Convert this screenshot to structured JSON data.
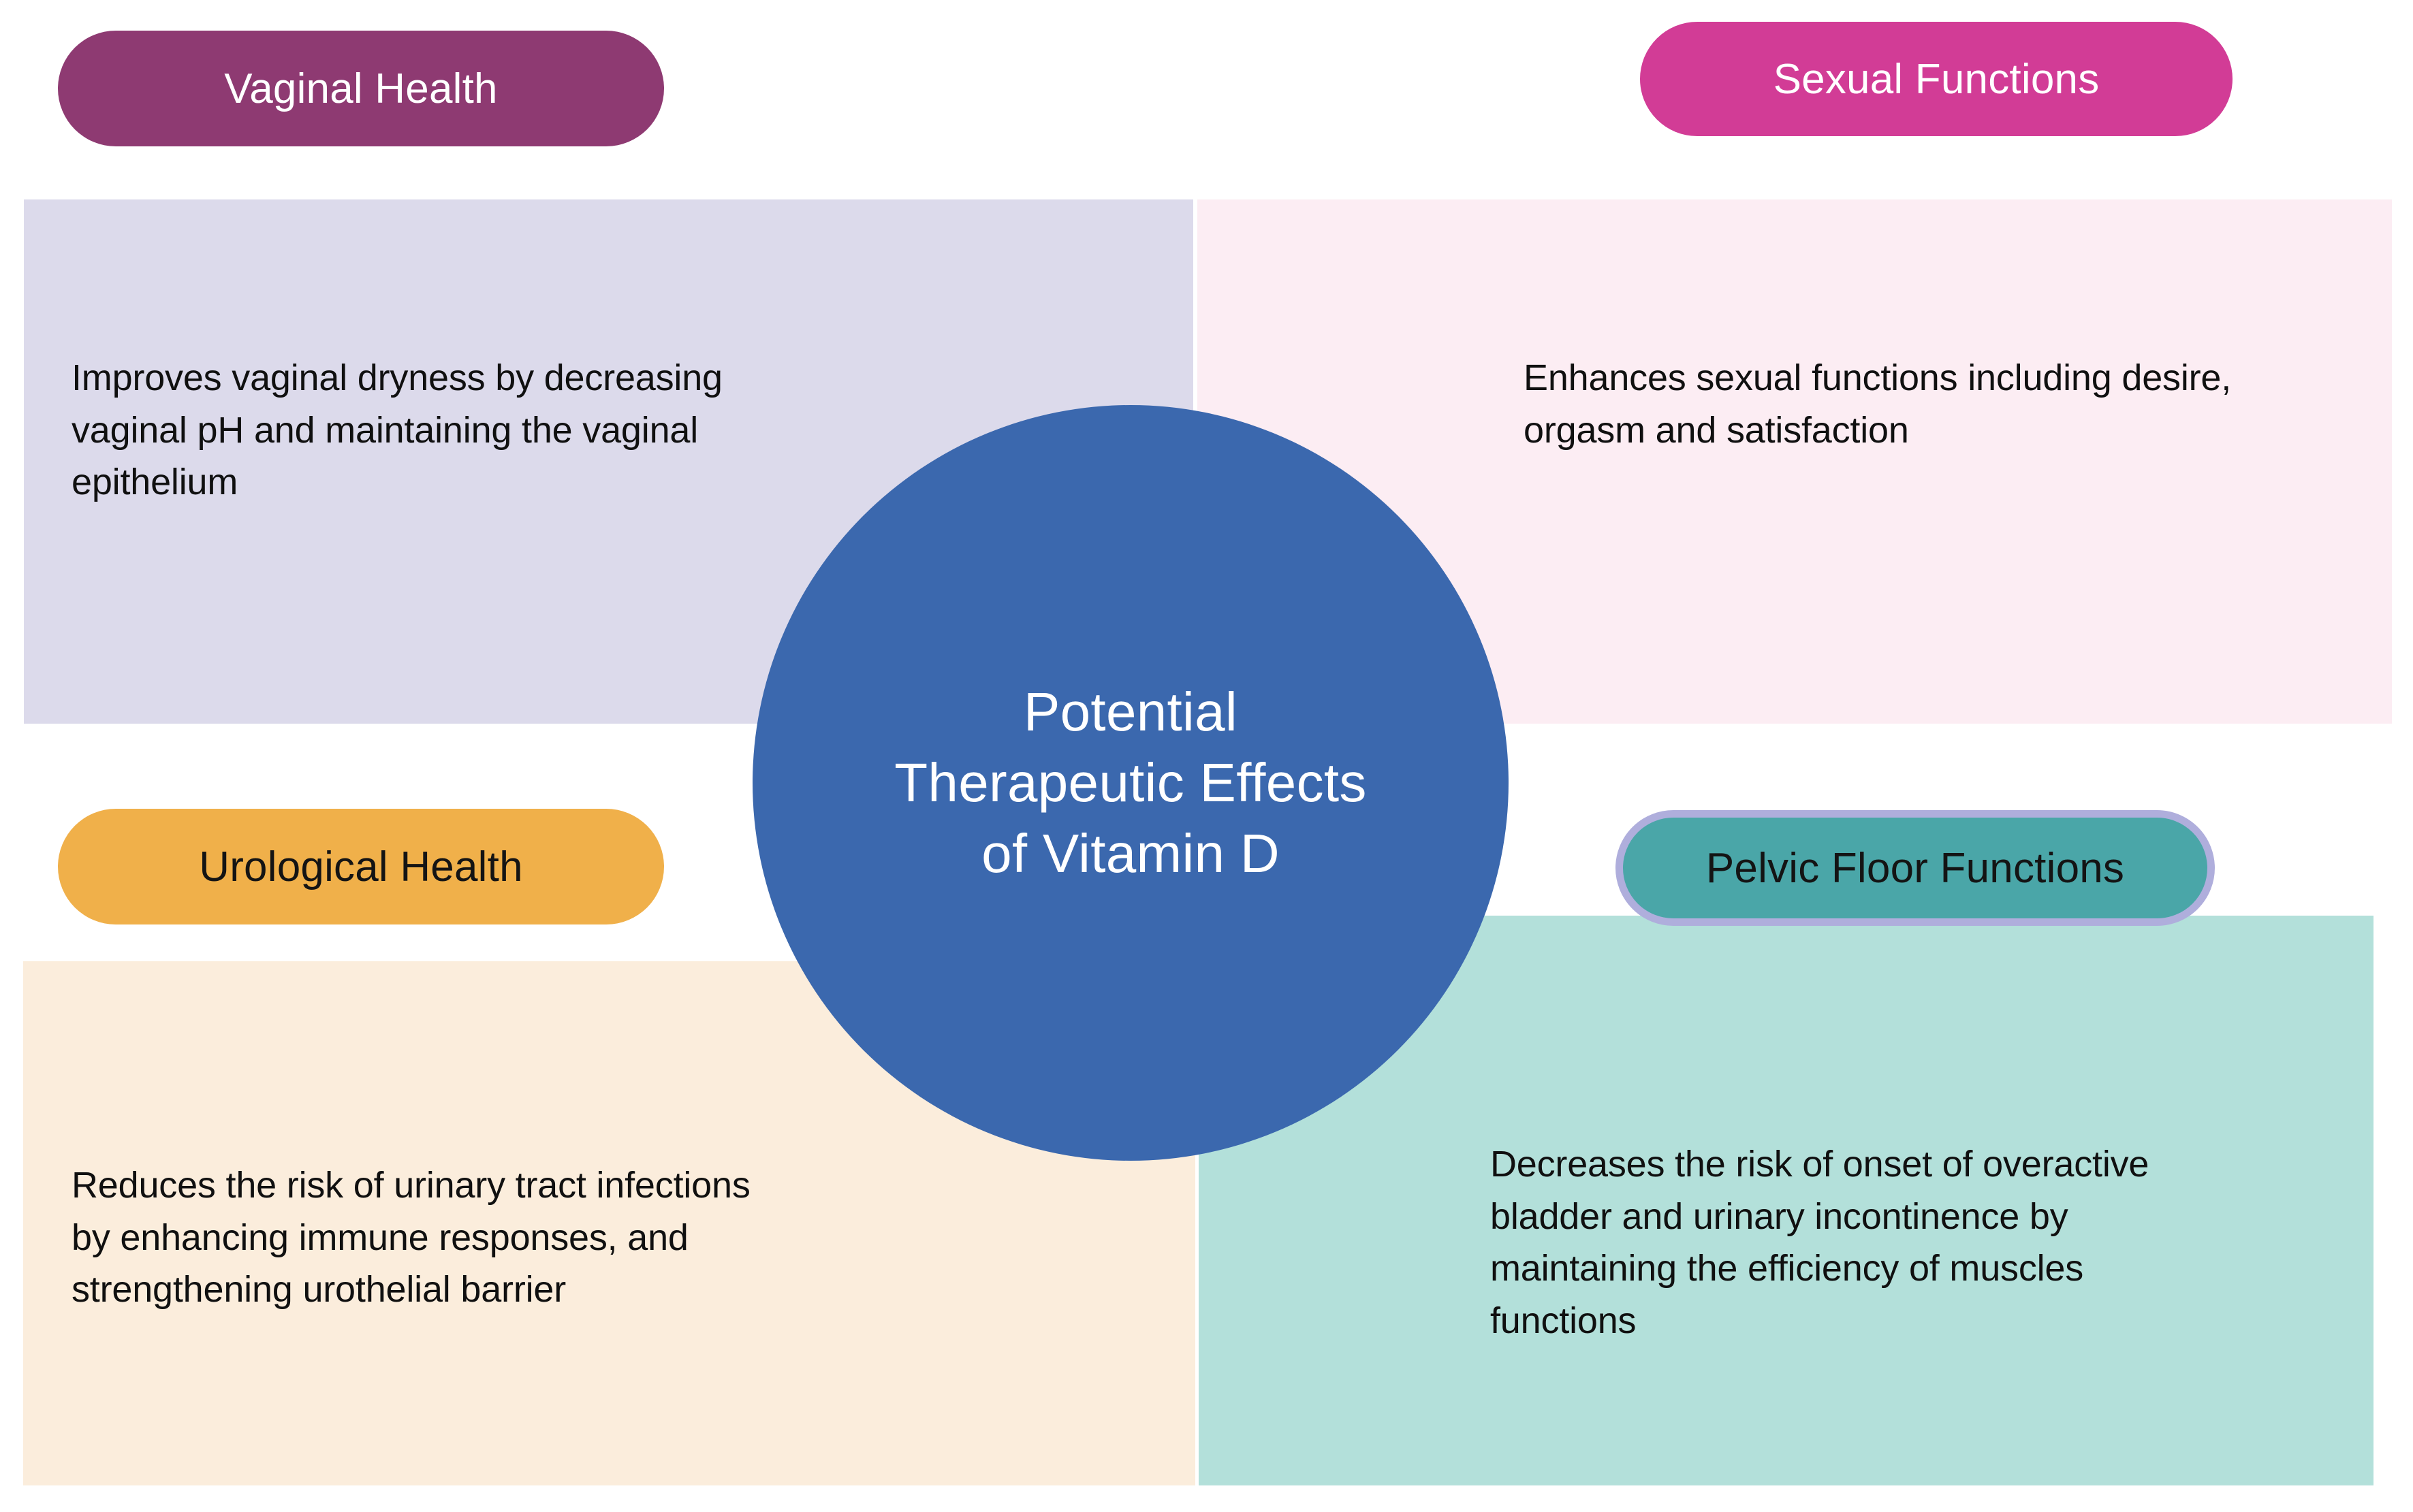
{
  "figure": {
    "center": {
      "label": "Potential\nTherapeutic Effects\nof Vitamin D",
      "fill_color": "#3B68AE",
      "text_color": "#FFFFFF"
    },
    "background_color": "#FFFFFF",
    "quadrants": [
      {
        "key": "vaginal_health",
        "position": "top-left",
        "pill_label": "Vaginal Health",
        "pill_color": "#8E3A72",
        "pill_text_color": "#FFFFFF",
        "panel_color": "#DCDAEB",
        "body": "Improves vaginal dryness by decreasing\nvaginal pH and maintaining the vaginal\nepithelium",
        "body_text_color": "#101010"
      },
      {
        "key": "sexual_functions",
        "position": "top-right",
        "pill_label": "Sexual Functions",
        "pill_color": "#D23C96",
        "pill_text_color": "#FFFFFF",
        "panel_color": "#FCEDF3",
        "body": "Enhances sexual functions including desire,\norgasm and satisfaction",
        "body_text_color": "#101010"
      },
      {
        "key": "urological_health",
        "position": "bottom-left",
        "pill_label": "Urological Health",
        "pill_color": "#F0B04A",
        "pill_text_color": "#141414",
        "panel_color": "#FBEDDC",
        "body": "Reduces the risk of urinary tract infections\nby enhancing immune responses, and\nstrengthening urothelial barrier",
        "body_text_color": "#101010"
      },
      {
        "key": "pelvic_floor_functions",
        "position": "bottom-right",
        "pill_label": "Pelvic Floor Functions",
        "pill_color": "#4AA6A8",
        "pill_text_color": "#141414",
        "pill_border_color": "#AFAEDC",
        "panel_color": "#B3E0DA",
        "body": "Decreases the risk of onset of overactive\nbladder and urinary incontinence by\nmaintaining the efficiency of muscles\nfunctions",
        "body_text_color": "#101010"
      }
    ]
  }
}
